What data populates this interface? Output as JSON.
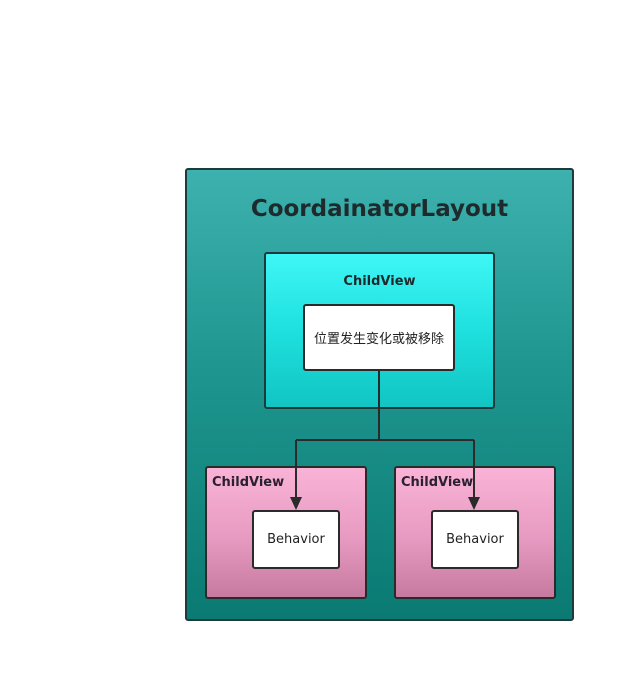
{
  "diagram": {
    "container_label": "CoordainatorLayout",
    "source_child": {
      "label": "ChildView",
      "inner_text": "位置发生变化或被移除"
    },
    "dependent_children": [
      {
        "label": "ChildView",
        "inner_text": "Behavior"
      },
      {
        "label": "ChildView",
        "inner_text": "Behavior"
      }
    ]
  },
  "colors": {
    "container_fill": "#1e958f",
    "source_fill": "#1ee0de",
    "dependent_fill": "#e79ac1",
    "inner_fill": "#ffffff",
    "stroke": "#2a2a2a"
  }
}
